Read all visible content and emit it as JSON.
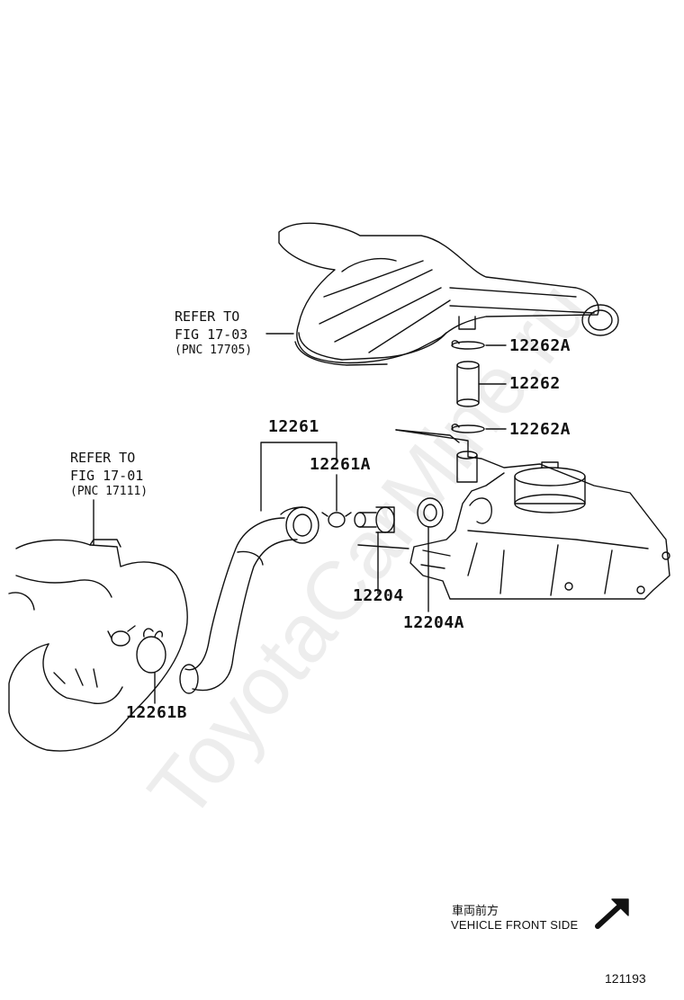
{
  "watermark": "ToyotaCarMine.ru",
  "callouts": {
    "p12262A_top": "12262A",
    "p12262": "12262",
    "p12262A_bottom": "12262A",
    "p12261": "12261",
    "p12261A": "12261A",
    "p12204": "12204",
    "p12204A": "12204A",
    "p12261B": "12261B"
  },
  "references": {
    "air_cleaner": {
      "line1": "REFER TO",
      "line2": "FIG 17-03",
      "line3": "(PNC 17705)"
    },
    "intake_manifold": {
      "line1": "REFER TO",
      "line2": "FIG 17-01",
      "line3": "(PNC 17111)"
    }
  },
  "orientation": {
    "label_jp": "車両前方",
    "label_en": "VEHICLE FRONT SIDE",
    "arrow_icon": "front-direction-arrow-icon"
  },
  "figure_number": "121193"
}
